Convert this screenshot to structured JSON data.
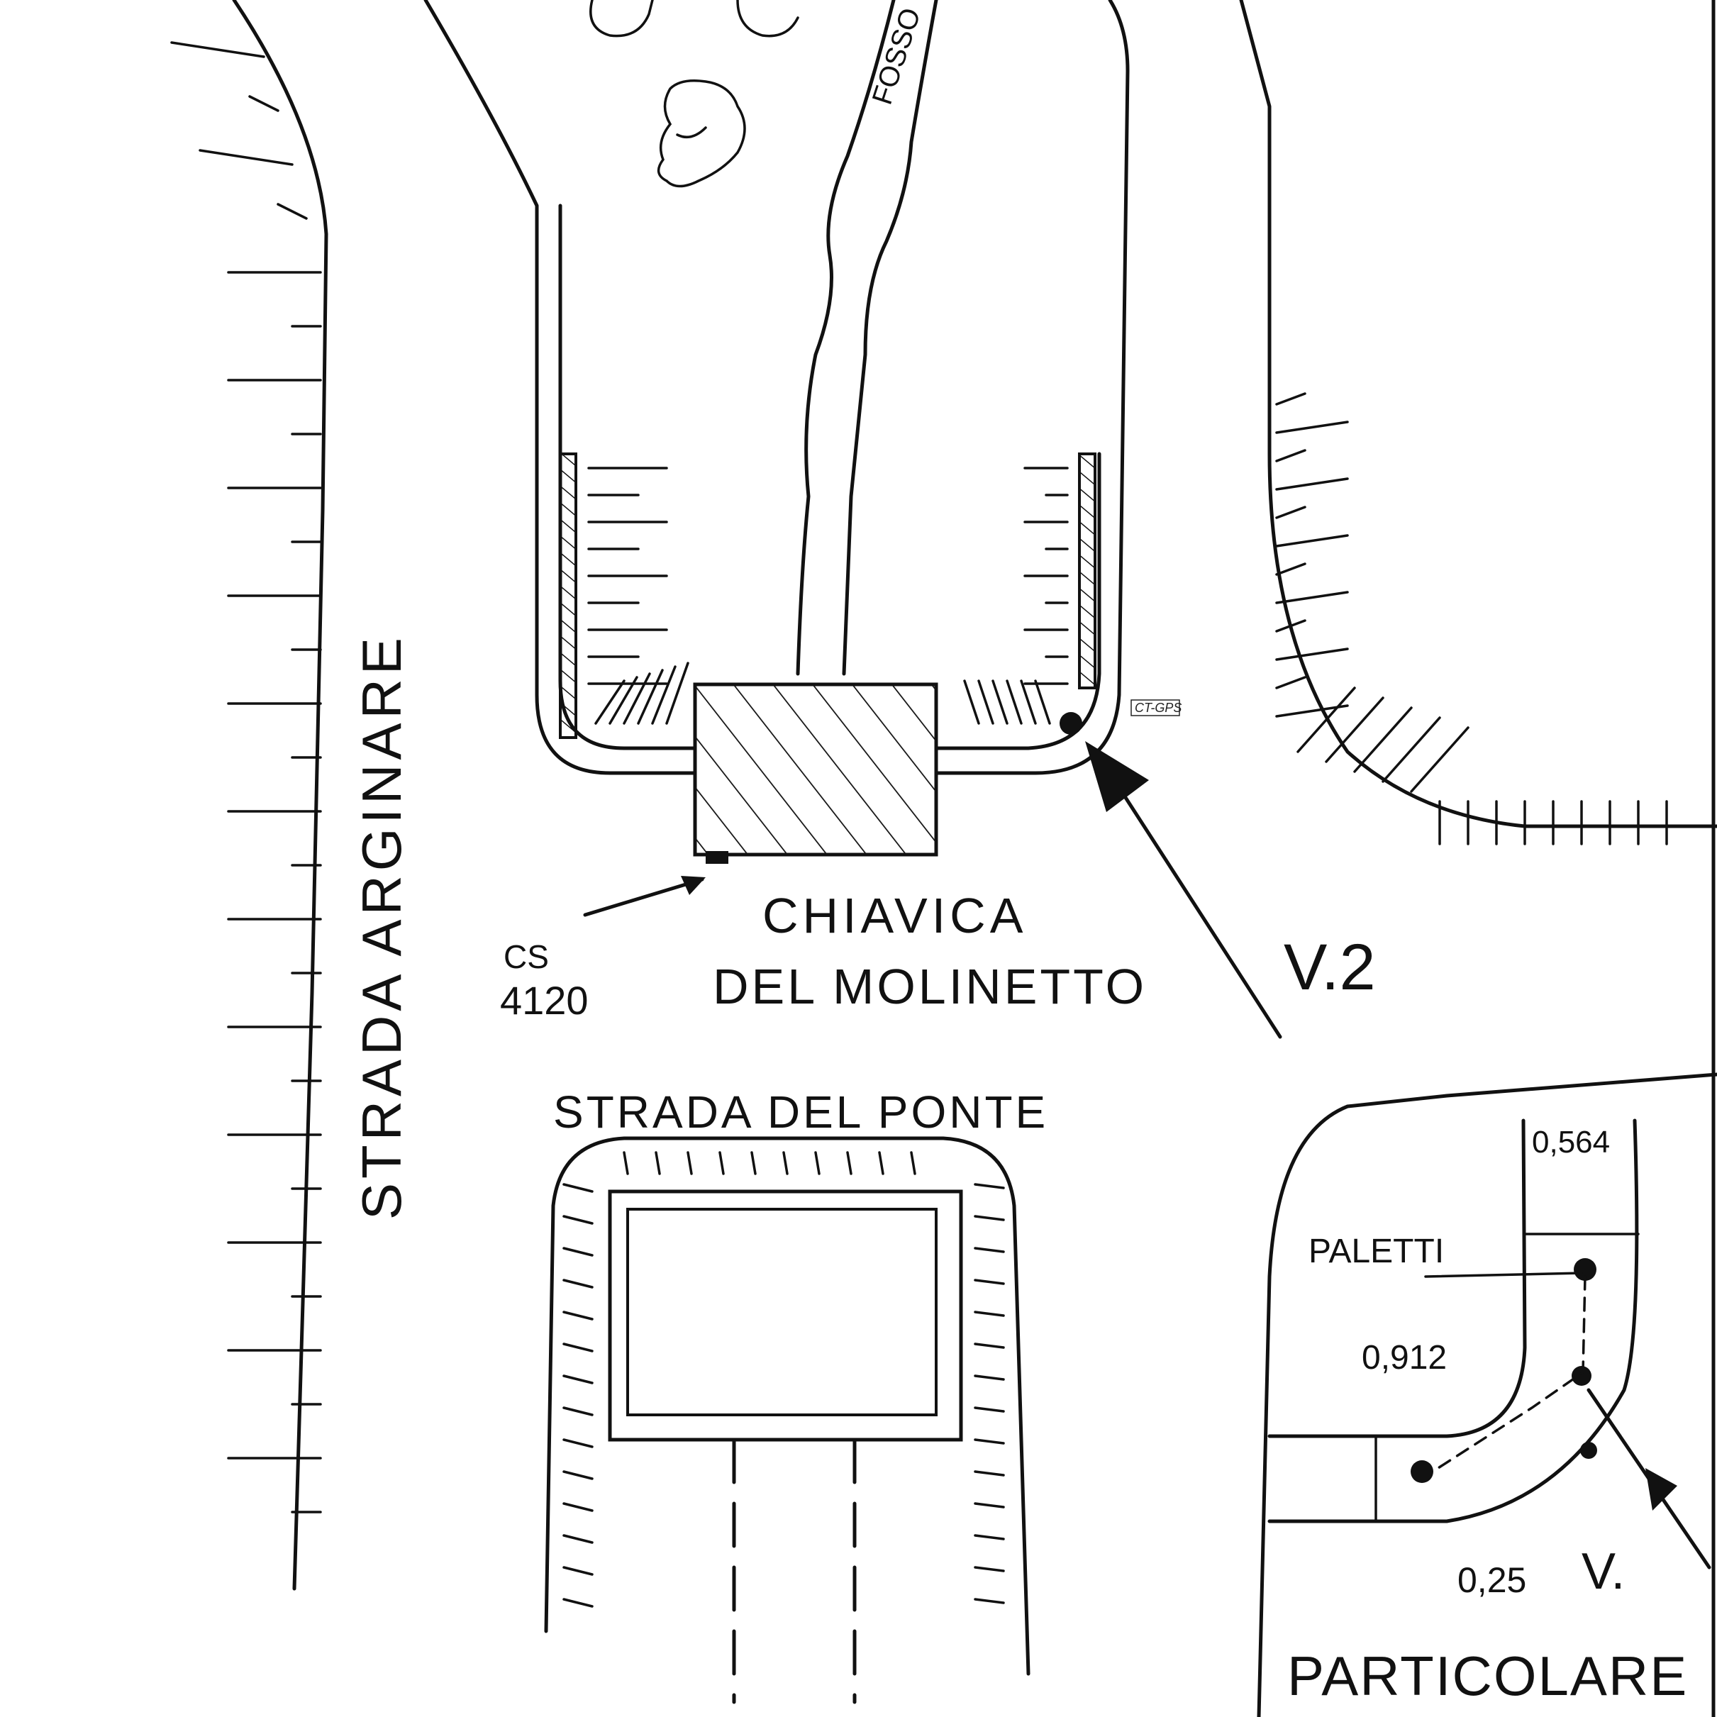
{
  "labels": {
    "road_left": "STRADA ARGINARE",
    "ditch": "FOSSO",
    "structure_line1": "CHIAVICA",
    "structure_line2": "DEL MOLINETTO",
    "benchmark_code_line1": "CS",
    "benchmark_code_line2": "4120",
    "view_label": "V.2",
    "road_bottom": "STRADA DEL PONTE",
    "stamp": "CT-GPS"
  },
  "detail": {
    "title": "PARTICOLARE",
    "posts_label": "PALETTI",
    "dim_top": "0,564",
    "dim_left": "0,912",
    "dim_bottom": "0,25",
    "view_label": "V."
  }
}
